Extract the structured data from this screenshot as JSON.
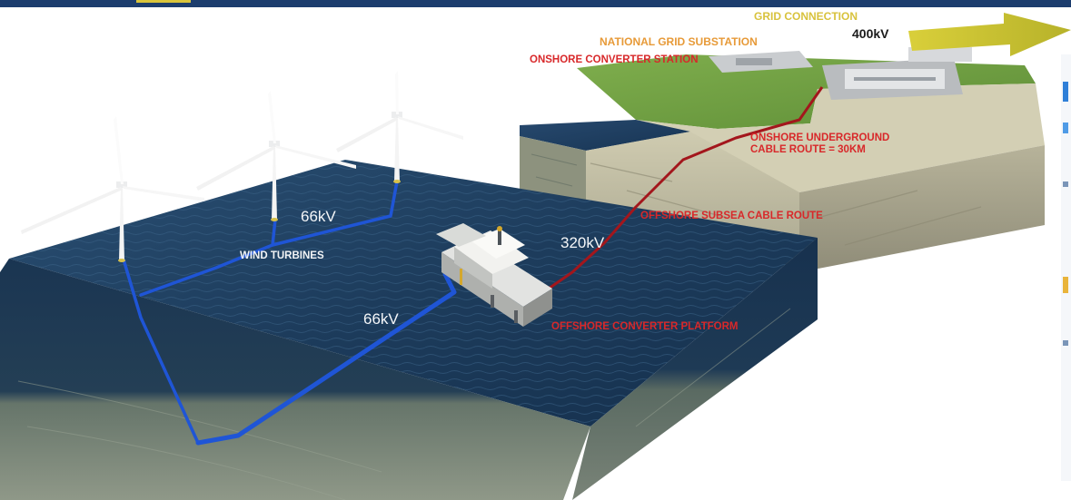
{
  "labels": {
    "grid_connection": "GRID CONNECTION",
    "national_grid_substation": "NATIONAL GRID SUBSTATION",
    "onshore_converter_station": "ONSHORE CONVERTER STATION",
    "onshore_underground_cable_route": "ONSHORE UNDERGROUND CABLE ROUTE = 30KM",
    "offshore_subsea_cable_route": "OFFSHORE SUBSEA CABLE ROUTE",
    "wind_turbines": "WIND TURBINES",
    "offshore_converter_platform": "OFFSHORE CONVERTER PLATFORM"
  },
  "voltages": {
    "grid": "400kV",
    "array_upper": "66kV",
    "array_lower": "66kV",
    "export": "320kV"
  },
  "colors": {
    "hvac_array_cable": "#1f55d6",
    "hvdc_export_cable": "#a3161c",
    "sea": "#1d3c5a",
    "land": "#6b9b3f",
    "grid_arrow": "#c9c22e",
    "banner": "#1c3d6e"
  }
}
